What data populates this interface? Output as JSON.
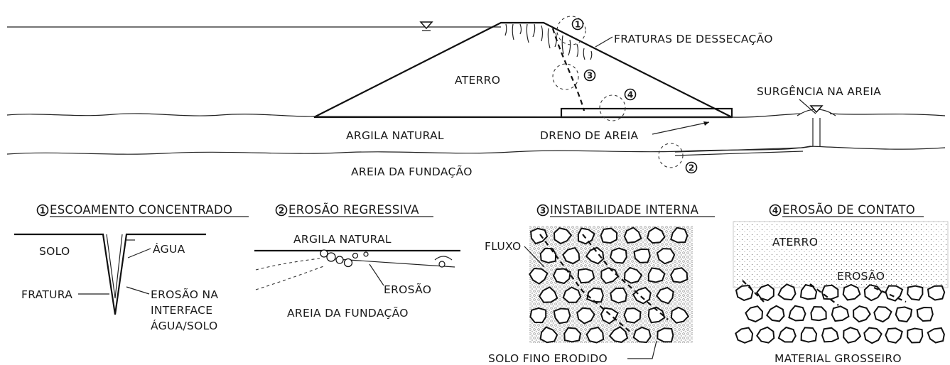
{
  "main_section": {
    "labels": {
      "desiccation_fractures": "FRATURAS DE DESSECAÇÃO",
      "embankment": "ATERRO",
      "sand_boil": "SURGÊNCIA NA AREIA",
      "natural_clay": "ARGILA NATURAL",
      "sand_drain": "DRENO DE AREIA",
      "foundation_sand": "AREIA DA FUNDAÇÃO"
    },
    "markers": [
      "1",
      "2",
      "3",
      "4"
    ]
  },
  "panels": [
    {
      "number": "1",
      "title": "ESCOAMENTO CONCENTRADO",
      "labels": {
        "soil": "SOLO",
        "water": "ÁGUA",
        "fracture": "FRATURA",
        "erosion_line1": "EROSÃO NA",
        "erosion_line2": "INTERFACE",
        "erosion_line3": "ÁGUA/SOLO"
      }
    },
    {
      "number": "2",
      "title": "EROSÃO REGRESSIVA",
      "labels": {
        "natural_clay": "ARGILA NATURAL",
        "erosion": "EROSÃO",
        "foundation_sand": "AREIA DA FUNDAÇÃO"
      }
    },
    {
      "number": "3",
      "title": "INSTABILIDADE INTERNA",
      "labels": {
        "flow": "FLUXO",
        "eroded_fines": "SOLO FINO ERODIDO"
      }
    },
    {
      "number": "4",
      "title": "EROSÃO DE CONTATO",
      "labels": {
        "embankment": "ATERRO",
        "erosion": "EROSÃO",
        "coarse_material": "MATERIAL GROSSEIRO"
      }
    }
  ]
}
